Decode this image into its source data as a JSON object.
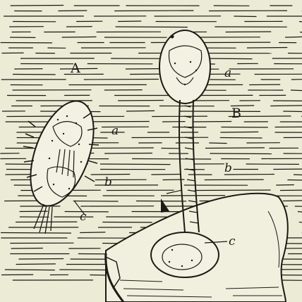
{
  "figure": {
    "labels": {
      "A": "A",
      "B": "B",
      "A_a": "a",
      "A_b": "b",
      "A_c": "c",
      "B_a": "a",
      "B_b": "b",
      "B_c": "c"
    },
    "colors": {
      "paper": "#ecebd6",
      "ink": "#1b1a14",
      "rock": "#f1f0df"
    }
  }
}
